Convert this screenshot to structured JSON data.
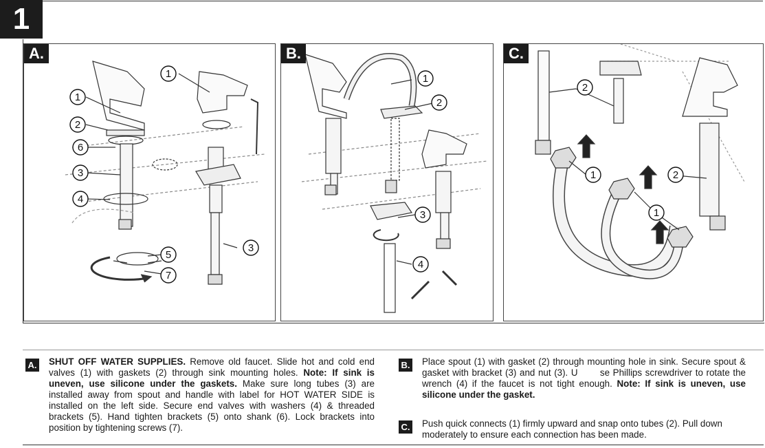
{
  "step": {
    "number": "1"
  },
  "panels": {
    "a": {
      "tag": "A.",
      "callouts": [
        "1",
        "1",
        "2",
        "6",
        "3",
        "4",
        "5",
        "7",
        "3"
      ]
    },
    "b": {
      "tag": "B.",
      "callouts": [
        "1",
        "2",
        "3",
        "4"
      ]
    },
    "c": {
      "tag": "C.",
      "callouts": [
        "2",
        "1",
        "2",
        "1"
      ]
    }
  },
  "instructions": {
    "a": {
      "badge": "A.",
      "lead_bold": "SHUT OFF WATER SUPPLIES.",
      "text1": " Remove old faucet. Slide hot and cold end valves (1) with gaskets (2) through sink mounting holes. ",
      "note_bold": "Note: If sink is uneven, use silicone under the gaskets.",
      "text2": " Make sure long tubes (3) are installed away from spout and handle with label for HOT WATER SIDE is installed on the left side. Secure end valves with washers (4) & threaded brackets (5). Hand tighten brackets (5) onto shank (6). Lock brackets into position by tightening screws (7)."
    },
    "b": {
      "badge": "B.",
      "text1": "Place spout (1) with gasket (2) through mounting hole in sink. Secure spout & gasket with bracket (3) and nut (3). U       se Phillips screwdriver to rotate the wrench (4) if the faucet is not tight enough. ",
      "note_bold": "Note: If sink is uneven, use silicone under the gasket."
    },
    "c": {
      "badge": "C.",
      "text1": "Push quick connects (1) firmly upward and snap onto tubes (2). Pull down moderately to ensure each connection has been made."
    }
  }
}
